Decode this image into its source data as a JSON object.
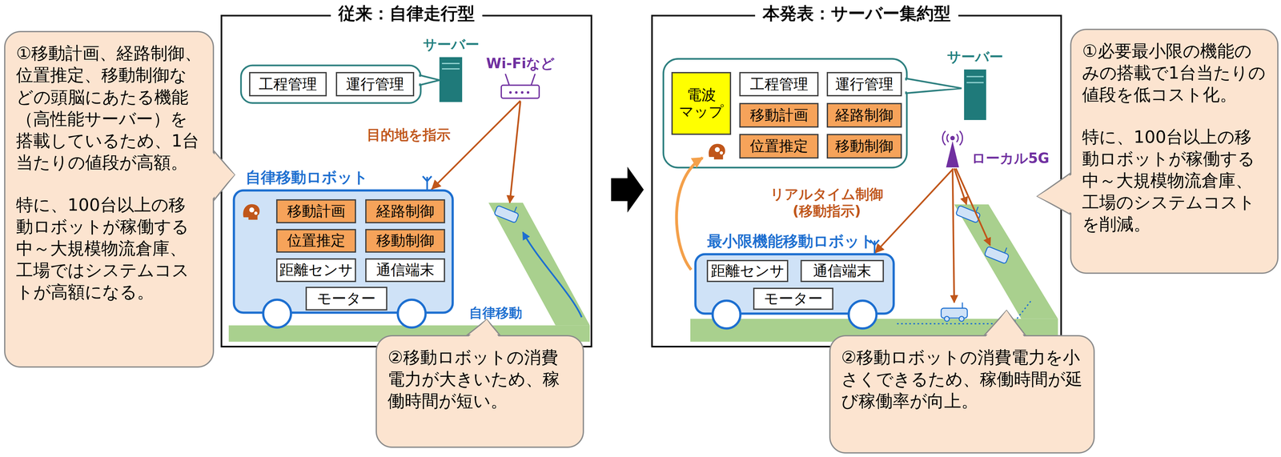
{
  "diagram": {
    "nodes": [
      {
        "text": [
          "①移動計画、経路制御、位置推定、移動制御などの頭脳にあたる機能（高性能サーバー）を搭載しているため、1台当たりの値段が高額。",
          "特に、100台以上の移動ロボットが稼働する中～大規模物流倉庫、工場ではシステムコストが高額になる。"
        ]
      },
      {
        "text": [
          "従来：自律走行型"
        ]
      },
      {
        "text": [
          "工程管理"
        ],
        "in": 1
      },
      {
        "text": [
          "運行管理"
        ],
        "in": 1
      },
      {
        "text": [
          "サーバー"
        ],
        "in": 1
      },
      {
        "text": [
          "Wi-Fiなど"
        ],
        "in": 1
      },
      {
        "text": [
          "自律移動ロボット"
        ],
        "in": 1
      },
      {
        "text": [
          "移動計画"
        ],
        "in": 6
      },
      {
        "text": [
          "経路制御"
        ],
        "in": 6
      },
      {
        "text": [
          "位置推定"
        ],
        "in": 6
      },
      {
        "text": [
          "移動制御"
        ],
        "in": 6
      },
      {
        "text": [
          "距離センサ"
        ],
        "in": 6
      },
      {
        "text": [
          "通信端末"
        ],
        "in": 6
      },
      {
        "text": [
          "モーター"
        ],
        "in": 6
      },
      {
        "text": [
          "②移動ロボットの消費電力が大きいため、稼働時間が短い。"
        ]
      },
      {
        "text": [
          "本発表：サーバー集約型"
        ]
      },
      {
        "text": [
          "電波 マップ"
        ],
        "in": 15
      },
      {
        "text": [
          "工程管理"
        ],
        "in": 15
      },
      {
        "text": [
          "運行管理"
        ],
        "in": 15
      },
      {
        "text": [
          "移動計画"
        ],
        "in": 15
      },
      {
        "text": [
          "経路制御"
        ],
        "in": 15
      },
      {
        "text": [
          "位置推定"
        ],
        "in": 15
      },
      {
        "text": [
          "移動制御"
        ],
        "in": 15
      },
      {
        "text": [
          "サーバー"
        ],
        "in": 15
      },
      {
        "text": [
          "ローカル5G"
        ],
        "in": 15
      },
      {
        "text": [
          "最小限機能移動ロボット"
        ],
        "in": 15
      },
      {
        "text": [
          "距離センサ"
        ],
        "in": 25
      },
      {
        "text": [
          "通信端末"
        ],
        "in": 25
      },
      {
        "text": [
          "モーター"
        ],
        "in": 25
      },
      {
        "text": [
          "①必要最小限の機能のみの搭載で1台当たりの値段を低コスト化。",
          "特に、100台以上の移動ロボットが稼働する中～大規模物流倉庫、工場のシステムコストを削減。"
        ]
      },
      {
        "text": [
          "②移動ロボットの消費電力を小さくできるため、稼働時間が延び稼働率が向上。"
        ]
      }
    ],
    "edges": [
      {
        "from": 5,
        "to": 6,
        "label": "目的地を指示",
        "arrow": "to"
      },
      {
        "from": 24,
        "to": 25,
        "label": "リアルタイム制御 (移動指示)",
        "arrow": "to"
      }
    ],
    "labels": [
      "自律移動"
    ]
  }
}
